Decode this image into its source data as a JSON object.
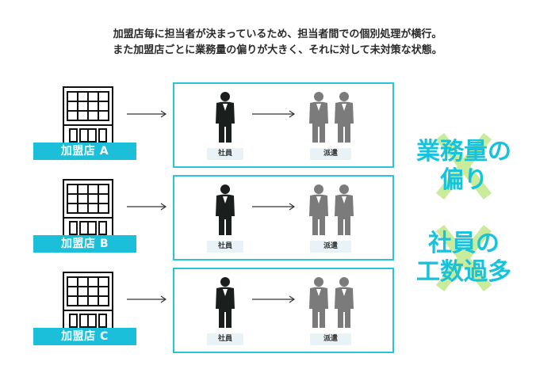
{
  "caption": {
    "line1": "加盟店毎に担当者が決まっているため、担当者間での個別処理が横行。",
    "line2": "また加盟店ごとに業務量の偏りが大きく、それに対して未対策な状態。"
  },
  "rows": [
    {
      "store": "加盟店 A",
      "employee": "社員",
      "dispatch": "派遣"
    },
    {
      "store": "加盟店 B",
      "employee": "社員",
      "dispatch": "派遣"
    },
    {
      "store": "加盟店 C",
      "employee": "社員",
      "dispatch": "派遣"
    }
  ],
  "issues": [
    {
      "line1": "業務量の",
      "line2": "偏り"
    },
    {
      "line1": "社員の",
      "line2": "工数過多"
    }
  ],
  "colors": {
    "accent": "#1bbfd9",
    "x_mark": "#c9eb9c",
    "employee": "#1a1f1e",
    "dispatch": "#7b7b7b"
  },
  "icons": [
    "building-icon",
    "arrow-right-icon",
    "employee-icon",
    "dispatch-staff-icon",
    "x-mark-icon"
  ]
}
